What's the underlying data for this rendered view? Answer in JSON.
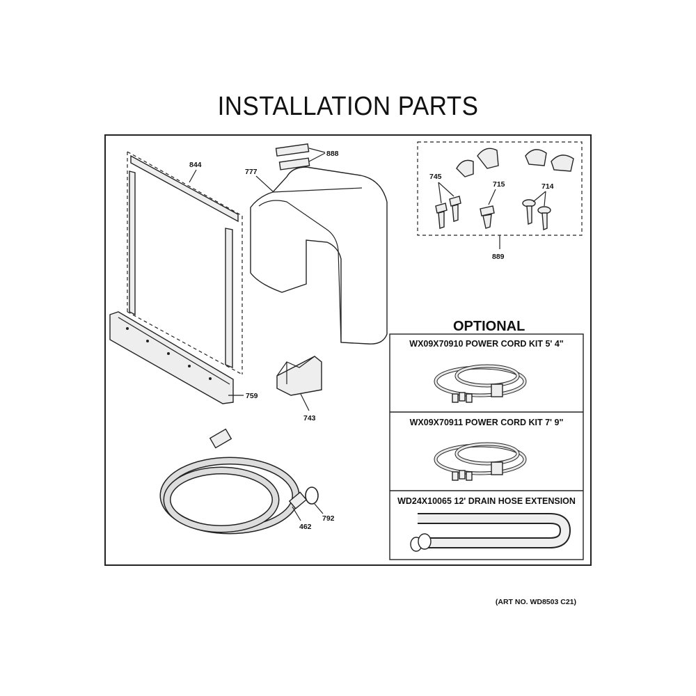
{
  "title": "INSTALLATION PARTS",
  "art_number": "(ART NO. WD8503 C21)",
  "callouts": {
    "c844": "844",
    "c777": "777",
    "c888": "888",
    "c745": "745",
    "c715": "715",
    "c714": "714",
    "c889": "889",
    "c759": "759",
    "c743": "743",
    "c462": "462",
    "c792": "792"
  },
  "optional": {
    "heading": "OPTIONAL",
    "kits": [
      {
        "label": "WX09X70910 POWER CORD KIT 5' 4\""
      },
      {
        "label": "WX09X70911 POWER CORD KIT 7' 9\""
      },
      {
        "label": "WD24X10065 12' DRAIN HOSE EXTENSION"
      }
    ]
  }
}
